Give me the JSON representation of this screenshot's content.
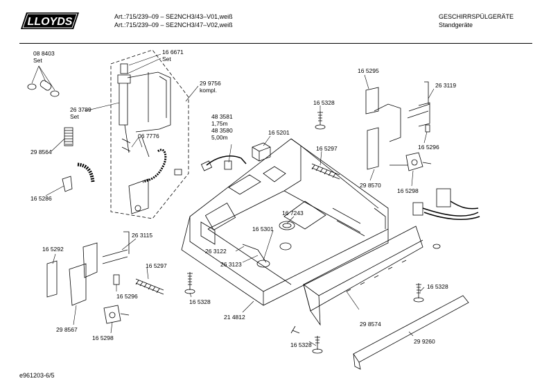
{
  "header": {
    "brand": "LLOYDS",
    "article_line_1": "Art.:715/239–09 – SE2NCH3/43–V01,weiß",
    "article_line_2": "Art.:715/239–09 – SE2NCH3/47–V02,weiß",
    "category": "GESCHIRRSPÜLGERÄTE",
    "subcategory": "Standgeräte"
  },
  "footer": {
    "document_id": "e961203-6/5"
  },
  "part_labels": [
    {
      "id": "p1",
      "text": "08 8403\nSet"
    },
    {
      "id": "p2",
      "text": "16 6671\nSet"
    },
    {
      "id": "p3",
      "text": "29 9756\nkompl."
    },
    {
      "id": "p4",
      "text": "26 3789\nSet"
    },
    {
      "id": "p5",
      "text": "29 8564"
    },
    {
      "id": "p6",
      "text": "06 7776"
    },
    {
      "id": "p7",
      "text": "16 5286"
    },
    {
      "id": "p8",
      "text": "48 3581\n1,75m\n48 3580\n5,00m"
    },
    {
      "id": "p9",
      "text": "16 5328"
    },
    {
      "id": "p10",
      "text": "16 5201"
    },
    {
      "id": "p11",
      "text": "16 5297"
    },
    {
      "id": "p12",
      "text": "16 5295"
    },
    {
      "id": "p13",
      "text": "26 3119"
    },
    {
      "id": "p14",
      "text": "16 5296"
    },
    {
      "id": "p15",
      "text": "29 8570"
    },
    {
      "id": "p16",
      "text": "16 5298"
    },
    {
      "id": "p17",
      "text": "16 5292"
    },
    {
      "id": "p18",
      "text": "26 3115"
    },
    {
      "id": "p19",
      "text": "16 7243"
    },
    {
      "id": "p20",
      "text": "16 5301"
    },
    {
      "id": "p21",
      "text": "26 3122"
    },
    {
      "id": "p22",
      "text": "26 3123"
    },
    {
      "id": "p23",
      "text": "16 5297"
    },
    {
      "id": "p24",
      "text": "16 5296"
    },
    {
      "id": "p25",
      "text": "29 8567"
    },
    {
      "id": "p26",
      "text": "16 5298"
    },
    {
      "id": "p27",
      "text": "16 5328"
    },
    {
      "id": "p28",
      "text": "21 4812"
    },
    {
      "id": "p29",
      "text": "29 8574"
    },
    {
      "id": "p30",
      "text": "16 5328"
    },
    {
      "id": "p31",
      "text": "16 5328"
    },
    {
      "id": "p32",
      "text": "29 9260"
    }
  ]
}
